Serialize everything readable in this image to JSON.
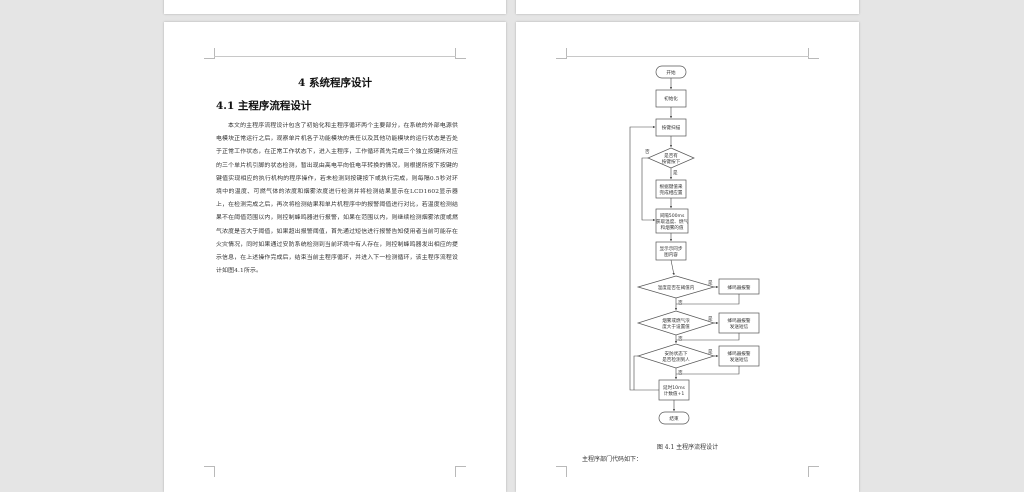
{
  "doc": {
    "chapter_title": "4  系统程序设计",
    "section_title": "4.1 主程序流程设计",
    "paragraph": "本文的主程序流程设计包含了初始化和主程序循环两个主要部分，在系统的外部电源供电模块正常运行之后，观察单片机各子功能模块的责任以及其他功能模块的运行状态是否处于正常工作状态，在正常工作状态下，进入主程序，工作循环首先完成三个独立按键所对应的三个单片机引脚的状态检测，暂出现由高电平向低电平转换的情况，则根据所按下按键的键值实现相应的执行机构的程序操作，若未检测到按键按下或执行完成，则每隔0.5秒对环境中的温度、可燃气体的浓度和烟雾浓度进行检测并将检测结果显示在LCD1602显示器上，在检测完成之后，再次将检测结果和单片机程序中的报警阈值进行对比，若温度检测结果不在阈值范围以内，则控制蜂鸣器进行报警，如果在范围以内，则继续检测烟雾浓度或燃气浓度是否大于阈值，如果超出报警阈值，首先通过短信进行报警告知使用者当前可能存在火灾情况，同时如果通过安防系统检测到当前环境中有人存在，则控制蜂鸣器发出相应的提示信息，在上述操作完成后，结束当前主程序循环，并进入下一检测循环，该主程序流程设计如图4.1所示。",
    "figure_caption": "图 4.1 主程序流程设计",
    "code_intro": "主程序部门代码如下："
  },
  "flowchart": {
    "start": "开始",
    "init": "初始化",
    "scan": "按键扫描",
    "key_q1": "是否有",
    "key_q2": "按键按下",
    "keyval_1": "根据键值来",
    "keyval_2": "完成相应置",
    "measure_1": "间隔500ms",
    "measure_2": "获取温度、燃气",
    "measure_3": "和烟雾的值",
    "display_1": "显示示同步",
    "display_2": "图内容",
    "temp_q": "温度是否在阈值内",
    "buzzer_1": "蜂鸣器报警",
    "gas_q1": "烟雾或燃气浓",
    "gas_q2": "度大于设置值",
    "gas_act1": "蜂鸣器报警",
    "gas_act2": "发送短信",
    "sec_q1": "安防状态下",
    "sec_q2": "是否检测到人",
    "sec_act1": "蜂鸣器报警",
    "sec_act2": "发送短信",
    "delay_1": "延时10ms",
    "delay_2": "计数值+1",
    "end": "结束",
    "yes": "是",
    "no": "否"
  }
}
